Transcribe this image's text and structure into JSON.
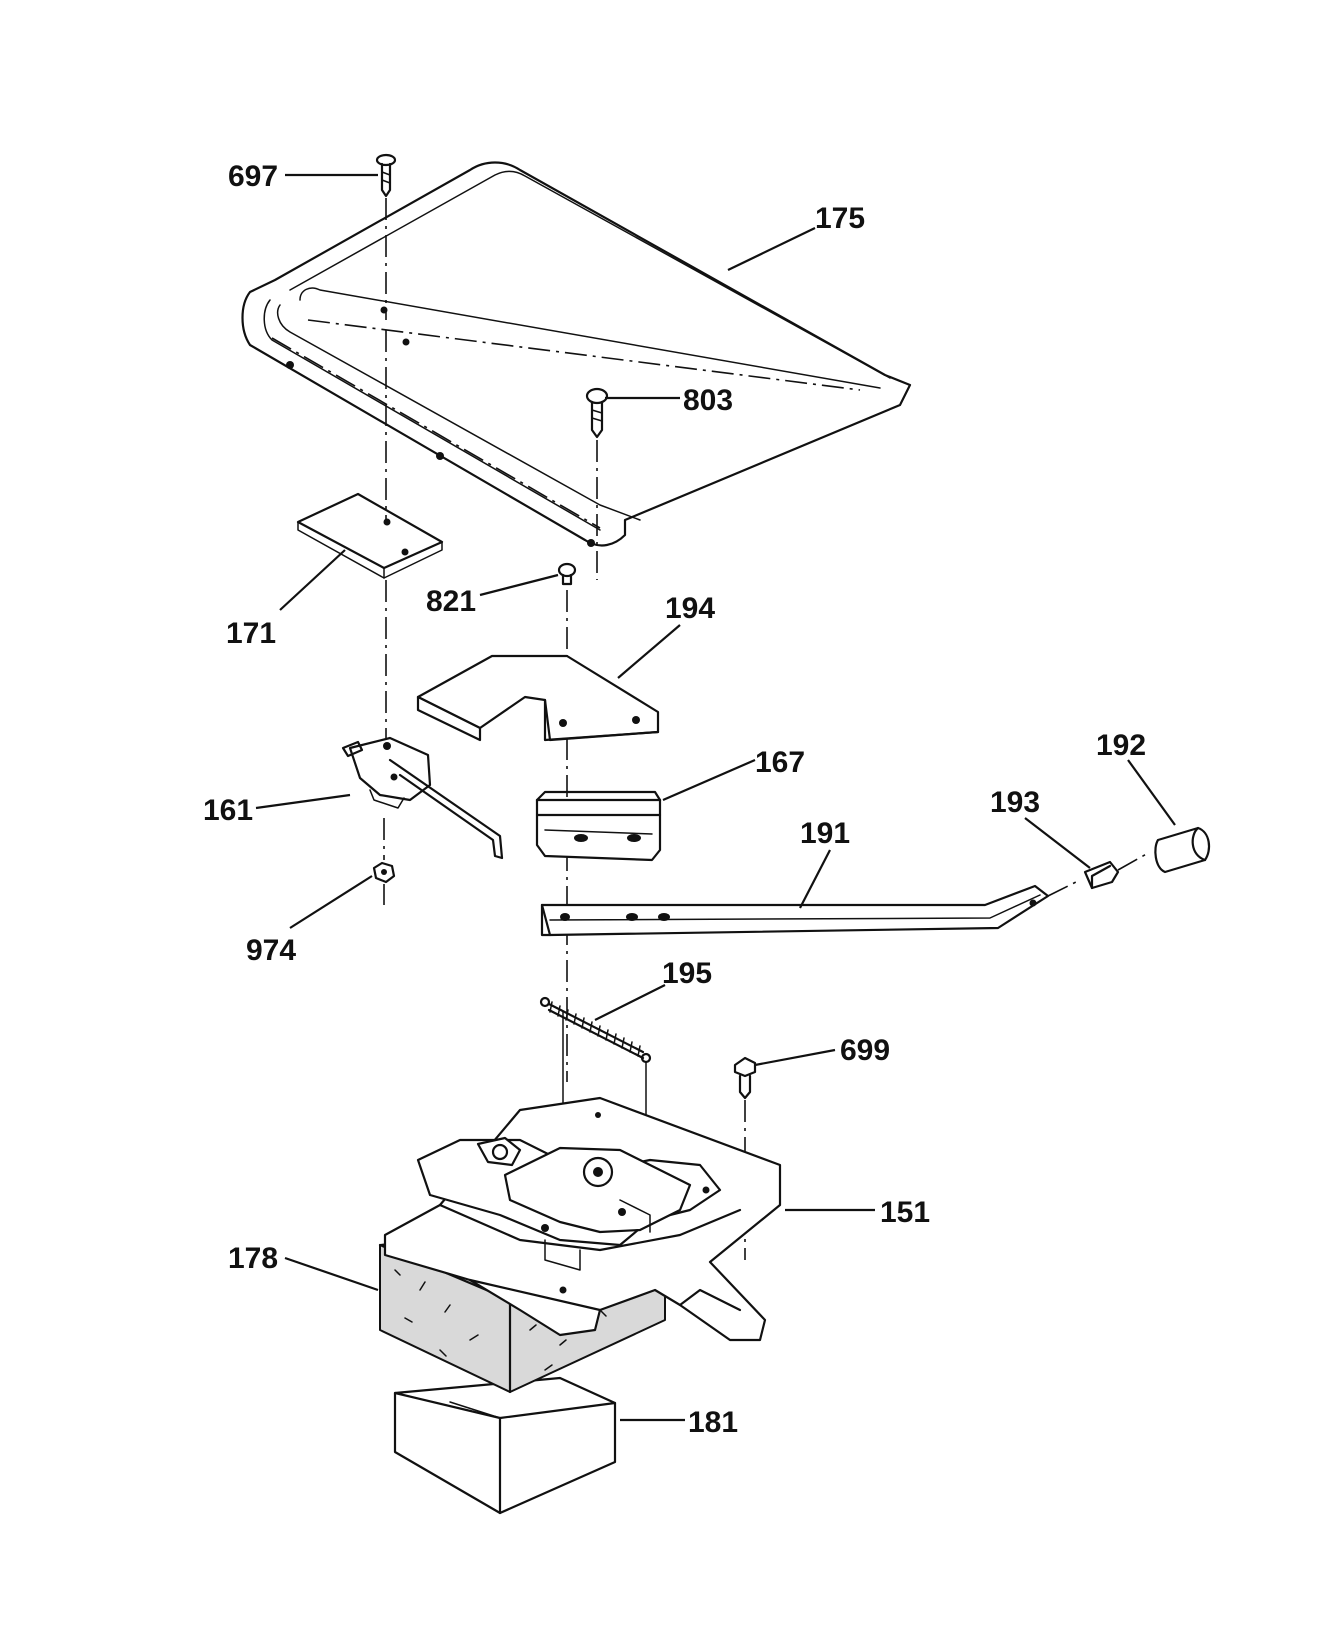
{
  "diagram": {
    "colors": {
      "ink": "#111111",
      "paper": "#ffffff",
      "shade": "#d9d9d9"
    },
    "parts": [
      {
        "id": "p697",
        "label": "697"
      },
      {
        "id": "p175",
        "label": "175"
      },
      {
        "id": "p803",
        "label": "803"
      },
      {
        "id": "p171",
        "label": "171"
      },
      {
        "id": "p821",
        "label": "821"
      },
      {
        "id": "p194",
        "label": "194"
      },
      {
        "id": "p192",
        "label": "192"
      },
      {
        "id": "p167",
        "label": "167"
      },
      {
        "id": "p193",
        "label": "193"
      },
      {
        "id": "p161",
        "label": "161"
      },
      {
        "id": "p191",
        "label": "191"
      },
      {
        "id": "p974",
        "label": "974"
      },
      {
        "id": "p195",
        "label": "195"
      },
      {
        "id": "p699",
        "label": "699"
      },
      {
        "id": "p151",
        "label": "151"
      },
      {
        "id": "p178",
        "label": "178"
      },
      {
        "id": "p181",
        "label": "181"
      }
    ]
  }
}
